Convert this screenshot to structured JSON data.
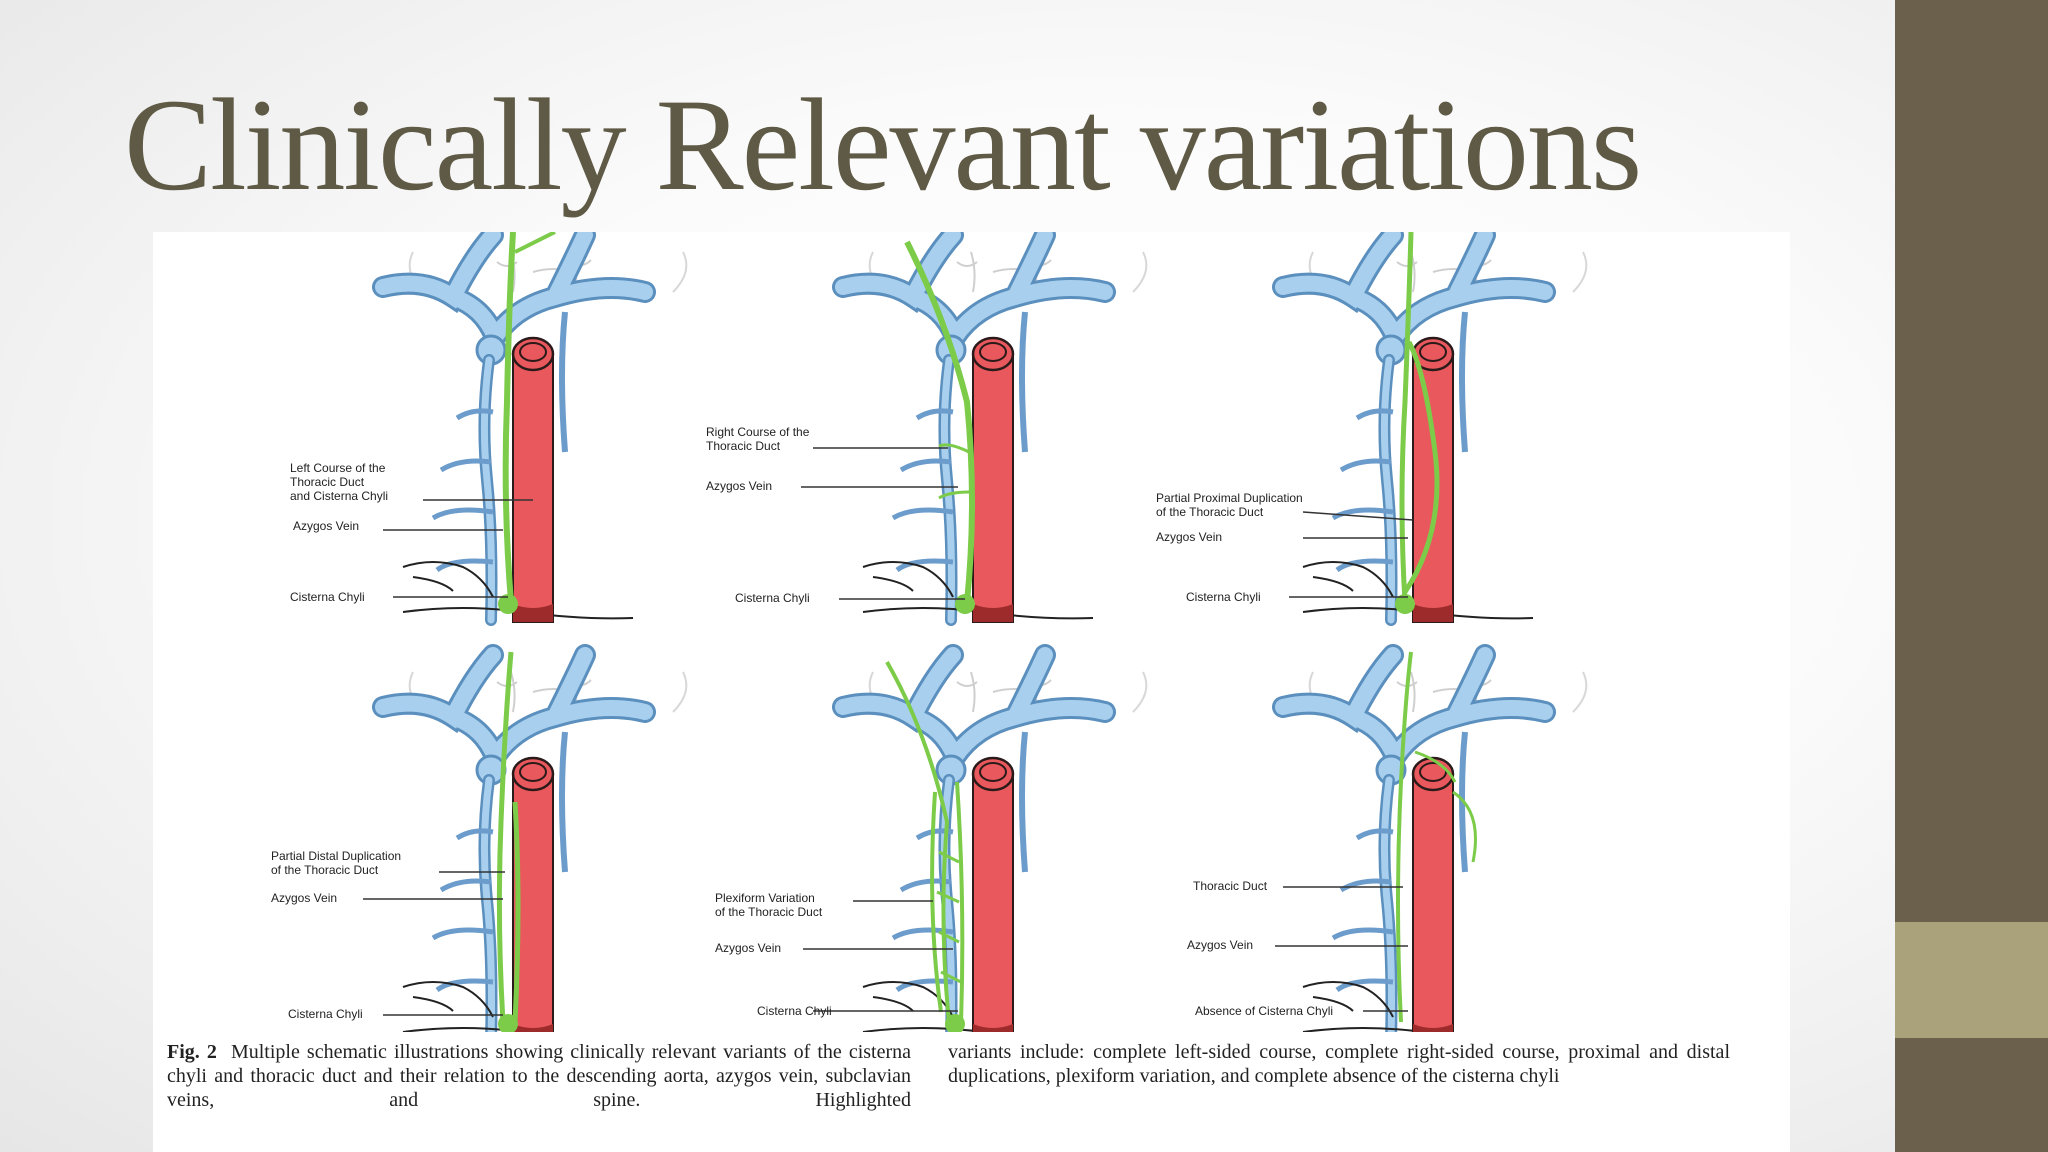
{
  "slide": {
    "title": "Clinically Relevant variations"
  },
  "figure": {
    "panels": [
      {
        "labels": [
          "Left Course of the",
          "Thoracic Duct",
          "and Cisterna Chyli",
          "Azygos Vein",
          "Cisterna Chyli"
        ]
      },
      {
        "labels": [
          "Right Course of the",
          "Thoracic Duct",
          "Azygos Vein",
          "Cisterna Chyli"
        ]
      },
      {
        "labels": [
          "Partial Proximal Duplication",
          "of the Thoracic Duct",
          "Azygos Vein",
          "Cisterna Chyli"
        ]
      },
      {
        "labels": [
          "Partial Distal Duplication",
          "of the Thoracic Duct",
          "Azygos Vein",
          "Cisterna Chyli"
        ]
      },
      {
        "labels": [
          "Plexiform Variation",
          "of the Thoracic Duct",
          "Azygos Vein",
          "Cisterna Chyli"
        ]
      },
      {
        "labels": [
          "Thoracic Duct",
          "Azygos Vein",
          "Absence of Cisterna Chyli"
        ]
      }
    ],
    "caption": {
      "fig_label": "Fig. 2",
      "left": "Multiple schematic illustrations showing clinically relevant variants of the cisterna chyli and thoracic duct and their relation to the descending aorta, azygos vein, subclavian veins, and spine. Highlighted",
      "right": "variants include: complete left-sided course, complete right-sided course, proximal and distal duplications, plexiform variation, and complete absence of the cisterna chyli"
    },
    "colors": {
      "vein": "#9fc9ea",
      "vein_outline": "#5b8fbe",
      "aorta": "#e8585c",
      "aorta_outline": "#2a1a1a",
      "duct": "#7ccb49",
      "bone": "#cfcfcf"
    }
  }
}
